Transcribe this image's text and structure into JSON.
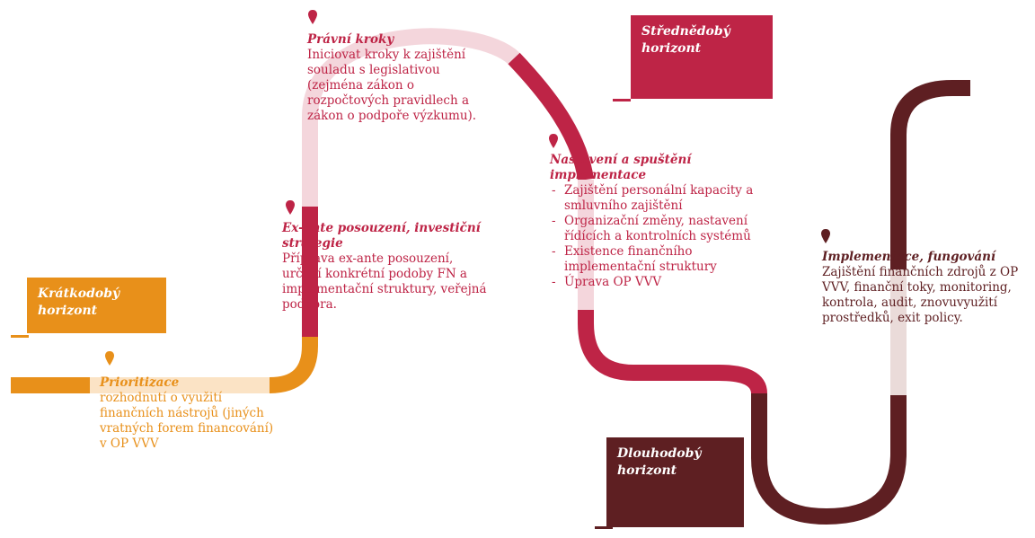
{
  "colors": {
    "orange": "#E8901A",
    "orange_light": "#FBE3C5",
    "crimson": "#BE2446",
    "crimson_light": "#F4D6DC",
    "maroon": "#5E1F22",
    "maroon_light": "#EADBD9"
  },
  "horizons": {
    "short": "Krátkodobý horizont",
    "medium": "Střednědobý horizont",
    "long": "Dlouhodobý horizont"
  },
  "stages": {
    "prioritizace": {
      "title": "Prioritizace",
      "text": "rozhodnutí o využití finančních nástrojů (jiných vratných forem financování) v OP VVV"
    },
    "exante": {
      "title": "Ex-ante posouzení, investiční strategie",
      "text": "Příprava ex-ante posouzení, určení konkrétní podoby FN a implementační struktury, veřejná podpora."
    },
    "pravni": {
      "title": "Právní kroky",
      "text": "Iniciovat kroky k zajištění souladu s legislativou (zejména zákon o rozpočtových pravidlech a zákon o podpoře výzkumu)."
    },
    "nastaveni": {
      "title": "Nastavení a spuštění implementace",
      "items": [
        "Zajištění personální kapacity a smluvního zajištění",
        "Organizační změny, nastavení řídících a kontrolních systémů",
        "Existence finančního implementační struktury",
        "Úprava OP VVV"
      ]
    },
    "implementace": {
      "title": "Implementace, fungování",
      "text": "Zajištění finančních zdrojů z OP VVV, finanční toky, monitoring, kontrola, audit, znovuvyužití prostředků, exit policy."
    }
  }
}
